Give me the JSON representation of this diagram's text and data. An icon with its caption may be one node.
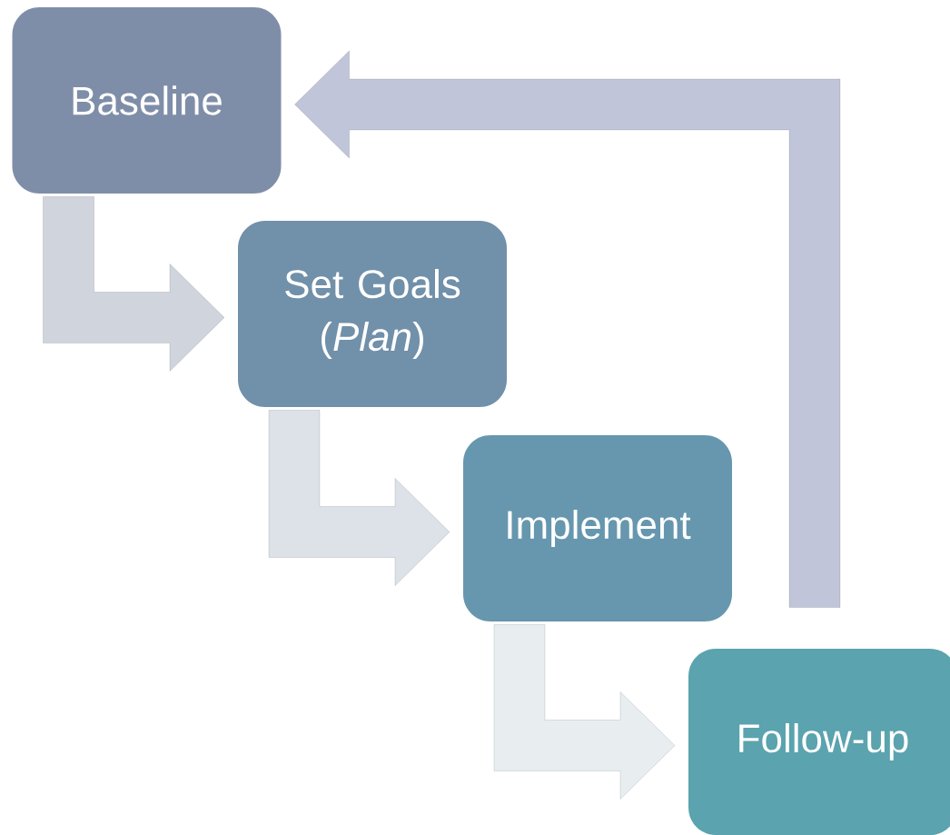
{
  "diagram": {
    "nodes": [
      {
        "text": [
          "Baseline"
        ]
      },
      {
        "text": [
          "Set Goals (*Plan*)"
        ]
      },
      {
        "text": [
          "Implement"
        ]
      },
      {
        "text": [
          "Follow-up"
        ]
      }
    ],
    "edges": [
      {
        "from": 0,
        "to": 1,
        "arrow": "to",
        "color": "#d0d4dd"
      },
      {
        "from": 1,
        "to": 2,
        "arrow": "to",
        "color": "#dde1e8"
      },
      {
        "from": 2,
        "to": 3,
        "arrow": "to",
        "color": "#e8edf0"
      },
      {
        "from": 3,
        "to": 0,
        "arrow": "to",
        "color": "#c0c5da"
      }
    ]
  }
}
